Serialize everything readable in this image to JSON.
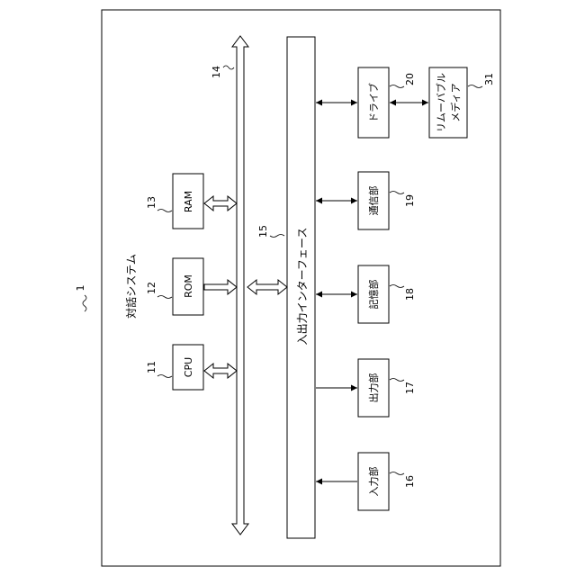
{
  "system": {
    "label": "対話システム",
    "ref": "1"
  },
  "bus": {
    "ref": "14"
  },
  "interface": {
    "label": "入出力インターフェース",
    "ref": "15"
  },
  "units": {
    "cpu": {
      "label": "CPU",
      "ref": "11"
    },
    "rom": {
      "label": "ROM",
      "ref": "12"
    },
    "ram": {
      "label": "RAM",
      "ref": "13"
    },
    "input": {
      "label": "入力部",
      "ref": "16"
    },
    "output": {
      "label": "出力部",
      "ref": "17"
    },
    "storage": {
      "label": "記憶部",
      "ref": "18"
    },
    "comm": {
      "label": "通信部",
      "ref": "19"
    },
    "drive": {
      "label": "ドライブ",
      "ref": "20"
    },
    "media": {
      "label_line1": "リムーバブル",
      "label_line2": "メディア",
      "ref": "31"
    }
  }
}
